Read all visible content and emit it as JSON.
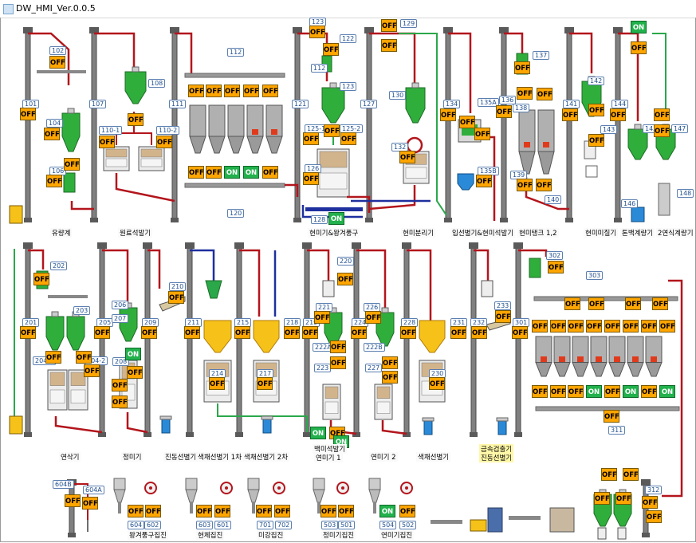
{
  "window": {
    "title": "DW_HMI_Ver.0.0.5"
  },
  "tags": [
    "102",
    "101",
    "104",
    "106",
    "107",
    "108",
    "110-1",
    "110-2",
    "111",
    "112",
    "120",
    "123",
    "122",
    "112",
    "123",
    "125-1",
    "125-2",
    "126",
    "128",
    "121",
    "127",
    "129",
    "130",
    "132",
    "134",
    "135A",
    "135B",
    "136",
    "137",
    "138",
    "139",
    "140",
    "141",
    "142",
    "143",
    "144",
    "145",
    "146",
    "147",
    "148",
    "201",
    "202",
    "203",
    "204-1",
    "204-2",
    "205",
    "206",
    "207",
    "208",
    "209",
    "210",
    "211",
    "214",
    "215",
    "217",
    "218",
    "219",
    "220",
    "221",
    "222A",
    "223",
    "224",
    "226",
    "222B",
    "227",
    "228",
    "230",
    "231",
    "232",
    "233",
    "301",
    "302",
    "303",
    "311",
    "604B",
    "604A",
    "604",
    "602",
    "603",
    "601",
    "701",
    "702",
    "503",
    "501",
    "504",
    "502",
    "312"
  ],
  "controls": [
    "OFF",
    "OFF",
    "OFF",
    "OFF",
    "OFF",
    "OFF",
    "OFF",
    "OFF",
    "OFF",
    "OFF",
    "OFF",
    "OFF",
    "OFF",
    "OFF",
    "OFF",
    "ON",
    "ON",
    "OFF",
    "OFF",
    "OFF",
    "OFF",
    "OFF",
    "OFF",
    "OFF",
    "ON",
    "OFF",
    "OFF",
    "OFF",
    "OFF",
    "OFF",
    "OFF",
    "OFF",
    "OFF",
    "OFF",
    "OFF",
    "OFF",
    "OFF",
    "OFF",
    "OFF",
    "OFF",
    "OFF",
    "ON",
    "OFF",
    "OFF",
    "OFF",
    "OFF",
    "OFF",
    "OFF",
    "OFF",
    "OFF",
    "OFF",
    "OFF",
    "ON",
    "OFF",
    "OFF",
    "OFF",
    "OFF",
    "OFF",
    "OFF",
    "OFF",
    "OFF",
    "OFF",
    "OFF",
    "OFF",
    "OFF",
    "OFF",
    "OFF",
    "OFF",
    "OFF",
    "OFF",
    "OFF",
    "OFF",
    "OFF",
    "OFF",
    "OFF",
    "OFF",
    "OFF",
    "OFF",
    "OFF",
    "OFF",
    "OFF",
    "OFF",
    "OFF",
    "OFF",
    "OFF",
    "OFF",
    "OFF",
    "OFF",
    "OFF",
    "OFF",
    "OFF",
    "OFF",
    "OFF",
    "OFF",
    "ON",
    "OFF",
    "ON",
    "OFF",
    "ON",
    "OFF",
    "ON",
    "OFF",
    "ON",
    "OFF",
    "OFF",
    "OFF",
    "OFF",
    "OFF",
    "OFF",
    "OFF",
    "OFF",
    "OFF",
    "OFF",
    "ON",
    "OFF",
    "OFF",
    "OFF",
    "OFF",
    "OFF",
    "OFF",
    "OFF",
    "OFF",
    "OFF",
    "OFF",
    "OFF",
    "OFF",
    "OFF",
    "OFF",
    "OFF",
    "OFF",
    "OFF",
    "OFF",
    "OFF",
    "ON",
    "OFF"
  ],
  "section_labels": [
    "유량계",
    "원료석발기",
    "현미기&왕겨풍구",
    "현미분리기",
    "입선별기&현미석발기",
    "현미탱크 1,2",
    "현미미질기",
    "톤백계량기",
    "2연식계량기",
    "연삭기",
    "정미기",
    "진동선별기",
    "색채선별기 1차",
    "색채선별기 2차",
    "백미석발기",
    "연미기 1",
    "연미기 2",
    "색채선별기",
    "금속검출기",
    "진동선별기"
  ],
  "bottom_labels": [
    "왕겨풍구집진",
    "현체집진",
    "미강집진",
    "정미기집진",
    "연미기집진"
  ],
  "colors": {
    "off": "#ffa500",
    "on": "#22b14c",
    "silo": "#2fae3c",
    "pipe_red": "#b3151c",
    "pipe_green": "#2aa84a",
    "pipe_blue": "#1e2f9e",
    "pipe_gray": "#6e6e6e"
  }
}
